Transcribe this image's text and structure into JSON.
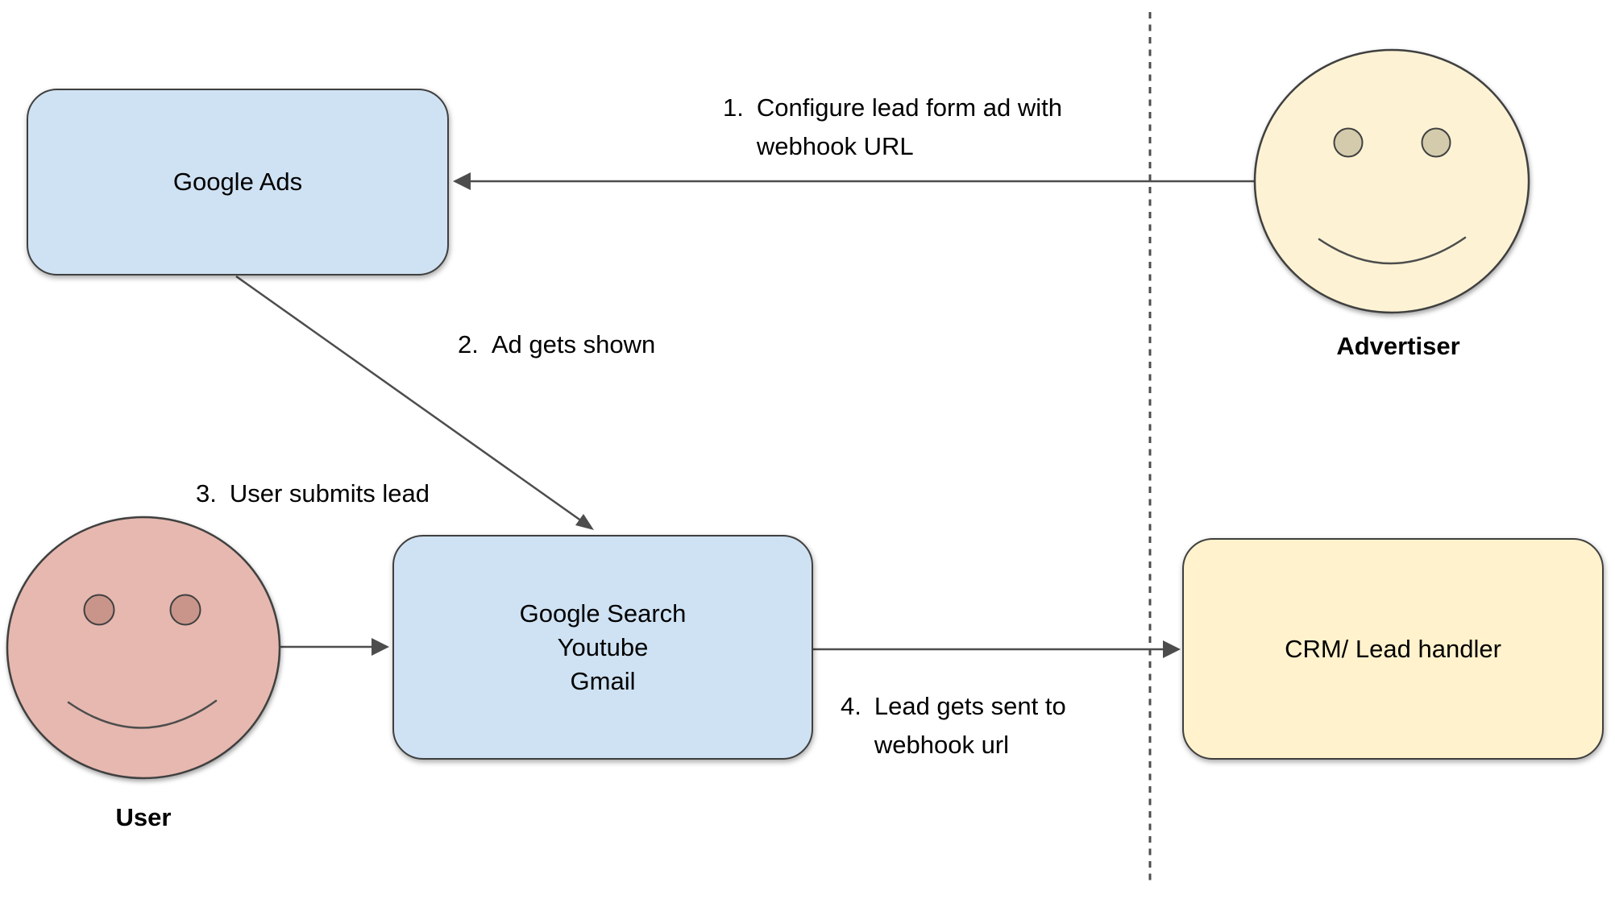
{
  "colors": {
    "node_blue": "#cfe2f3",
    "node_yellow": "#fff2cc",
    "face_yellow": "#fdf3d4",
    "face_pink": "#e6b8af",
    "eye_tan": "#d3cbab",
    "eye_pink": "#c9958b",
    "stroke": "#3f3f3f",
    "line": "#4d4d4d",
    "text": "#000000"
  },
  "nodes": {
    "google_ads": {
      "label": "Google Ads"
    },
    "google_surfaces": {
      "lines": [
        "Google Search",
        "Youtube",
        "Gmail"
      ]
    },
    "crm": {
      "label": "CRM/ Lead handler"
    }
  },
  "actors": {
    "advertiser": {
      "label": "Advertiser"
    },
    "user": {
      "label": "User"
    }
  },
  "steps": [
    {
      "num": "1.",
      "lines": [
        "Configure lead form ad with",
        "webhook URL"
      ]
    },
    {
      "num": "2.",
      "lines": [
        "Ad gets shown"
      ]
    },
    {
      "num": "3.",
      "lines": [
        "User submits lead"
      ]
    },
    {
      "num": "4.",
      "lines": [
        "Lead gets sent to",
        "webhook url"
      ]
    }
  ]
}
